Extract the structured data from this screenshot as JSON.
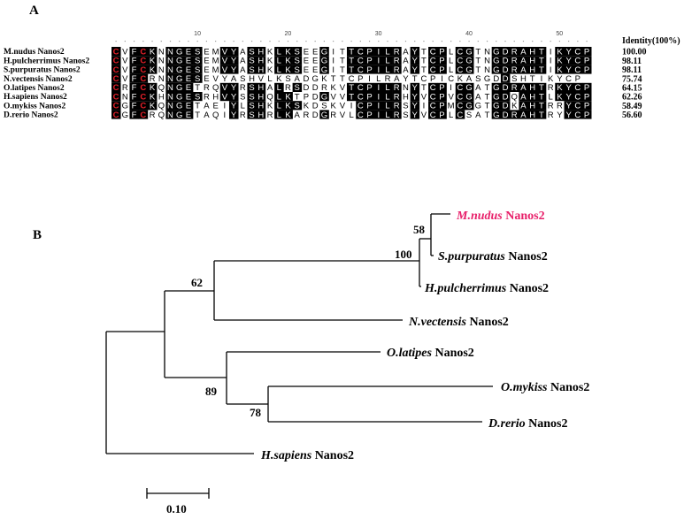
{
  "panel_a": {
    "label": "A",
    "identity_header": "Identity(100%)",
    "ruler_ticks": [
      "10",
      "20",
      "30",
      "40",
      "50"
    ],
    "sequences": [
      {
        "name": "M.nudus Nanos2",
        "seq": "CVFCKNNGESEMVYASHKLKSEEGITTCPILRAYTCPLCGTNGDRAHTIKYCP",
        "identity": "100.00"
      },
      {
        "name": "H.pulcherrimus Nanos2",
        "seq": "CVFCKNNGESEMVYASHKLKSEEGITTCPILRAYTCPLCGTNGDRAHTIKYCP",
        "identity": "98.11"
      },
      {
        "name": "S.purpuratus Nanos2",
        "seq": "CVFCKNNGESEMVYASHKLKSEEGITTCPILRAYTCPLCGTNGDRAHTIKYCP",
        "identity": "98.11"
      },
      {
        "name": "N.vectensis Nanos2",
        "seq": "CVFCRNNGESEVYASHVLKSADGKTTCPILRAYTCPICKASGDDSHTIKYCP",
        "identity": "75.74"
      },
      {
        "name": "O.latipes Nanos2",
        "seq": "CRFCKQNGETRQVYRSHALRSDDRKVTCPILRNYTCPICGATGDRAHTRKYCP",
        "identity": "64.15"
      },
      {
        "name": "H.sapiens Nanos2",
        "seq": "CNFCKHNGESRHVYSSHQLKTPDGVVTCPILRHYVCPVCGATGDQAHTLKYCP",
        "identity": "62.26"
      },
      {
        "name": "O.mykiss Nanos2",
        "seq": "CGFCKQNGETAEIYLSHKLKSKDSKVICPILRSYICPMCGGTGDKAHTRRYCP",
        "identity": "58.49"
      },
      {
        "name": "D.rerio Nanos2",
        "seq": "CGFCRQNGETAQIYRSHRLKARDGRVLCPILRSYVCPLCSATGDRAHTRYYCP",
        "identity": "56.60"
      }
    ],
    "colors": {
      "conserved_bg": "#000000",
      "conserved_fg": "#ffffff",
      "zinc_fg": "#e8202a",
      "plain_fg": "#000000",
      "similar_bg": "#ffffff"
    }
  },
  "panel_b": {
    "label": "B",
    "scale_label": "0.10",
    "highlight_color": "#e8206a",
    "taxa": [
      {
        "italic": "M.nudus",
        "suffix": " Nanos2",
        "highlight": true
      },
      {
        "italic": "S.purpuratus",
        "suffix": " Nanos2",
        "highlight": false
      },
      {
        "italic": "H.pulcherrimus",
        "suffix": " Nanos2",
        "highlight": false
      },
      {
        "italic": "N.vectensis",
        "suffix": " Nanos2",
        "highlight": false
      },
      {
        "italic": "O.latipes",
        "suffix": " Nanos2",
        "highlight": false
      },
      {
        "italic": "O.mykiss",
        "suffix": " Nanos2",
        "highlight": false
      },
      {
        "italic": "D.rerio",
        "suffix": " Nanos2",
        "highlight": false
      },
      {
        "italic": "H.sapiens",
        "suffix": " Nanos2",
        "highlight": false
      }
    ],
    "bootstrap": [
      "58",
      "100",
      "62",
      "89",
      "78"
    ]
  }
}
